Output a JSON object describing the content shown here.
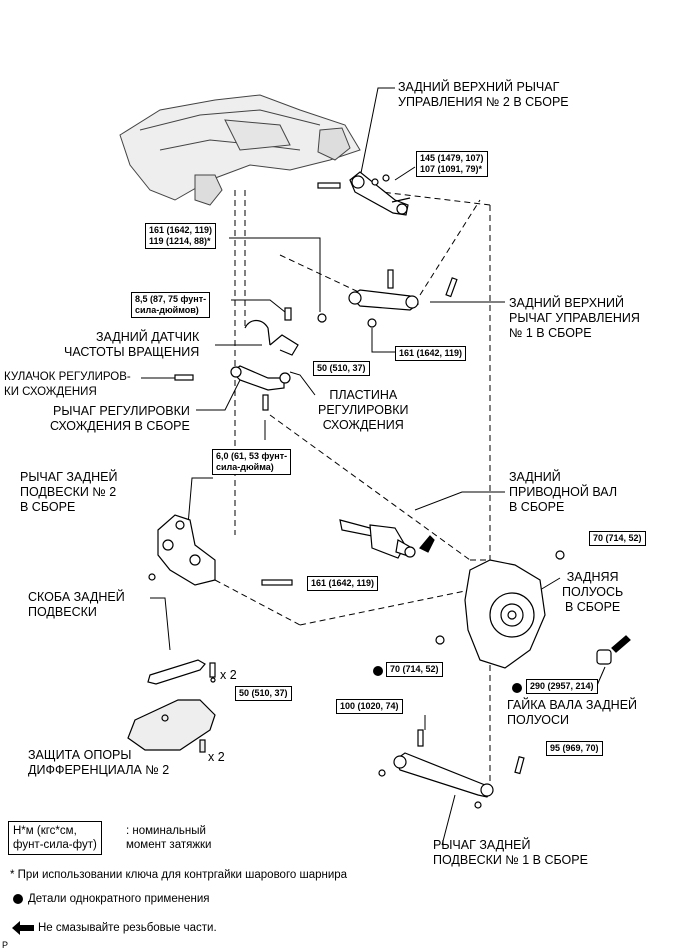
{
  "labels": {
    "upper_arm_2": "ЗАДНИЙ ВЕРХНИЙ РЫЧАГ\nУПРАВЛЕНИЯ № 2 В СБОРЕ",
    "upper_arm_1": "ЗАДНИЙ ВЕРХНИЙ\nРЫЧАГ УПРАВЛЕНИЯ\n№ 1 В СБОРЕ",
    "speed_sensor": "ЗАДНИЙ ДАТЧИК\nЧАСТОТЫ ВРАЩЕНИЯ",
    "toe_cam": "КУЛАЧОК РЕГУЛИРОВ-\nКИ СХОЖДЕНИЯ",
    "toe_arm": "РЫЧАГ РЕГУЛИРОВКИ\nСХОЖДЕНИЯ В СБОРЕ",
    "toe_plate": "ПЛАСТИНА\nРЕГУЛИРОВКИ\nСХОЖДЕНИЯ",
    "susp_arm_2": "РЫЧАГ ЗАДНЕЙ\nПОДВЕСКИ № 2\nВ СБОРЕ",
    "drive_shaft": "ЗАДНИЙ\nПРИВОДНОЙ ВАЛ\nВ СБОРЕ",
    "axle_hub": "ЗАДНЯЯ\nПОЛУОСЬ\nВ СБОРЕ",
    "bracket": "СКОБА ЗАДНЕЙ\nПОДВЕСКИ",
    "axle_nut": "ГАЙКА ВАЛА ЗАДНЕЙ\nПОЛУОСИ",
    "diff_guard": "ЗАЩИТА ОПОРЫ\nДИФФЕРЕНЦИАЛА № 2",
    "susp_arm_1": "РЫЧАГ ЗАДНЕЙ\nПОДВЕСКИ № 1 В СБОРЕ"
  },
  "torques": {
    "t1": "145 (1479, 107)\n107 (1091, 79)*",
    "t2": "161 (1642, 119)\n119 (1214, 88)*",
    "t3": "8,5 (87, 75 фунт-\nсила-дюймов)",
    "t4": "161 (1642, 119)",
    "t5": "50 (510, 37)",
    "t6": "6,0 (61, 53 фунт-\nсила-дюйма)",
    "t7": "161 (1642, 119)",
    "t8": "70 (714, 52)",
    "t9": "50 (510, 37)",
    "t10": "70 (714, 52)",
    "t11": "290 (2957, 214)",
    "t12": "100 (1020, 74)",
    "t13": "95 (969, 70)"
  },
  "multipliers": {
    "m1": "x 2",
    "m2": "x 2"
  },
  "legend": {
    "unit_box": "Н*м (кгс*см,\nфунт-сила-фут)",
    "unit_desc": ": номинальный\nмомент затяжки",
    "asterisk_note": "* При использовании ключа для контргайки шарового шарнира",
    "dot_note": "Детали однократного применения",
    "arrow_note": "Не смазывайте резьбовые части.",
    "corner": "P"
  }
}
